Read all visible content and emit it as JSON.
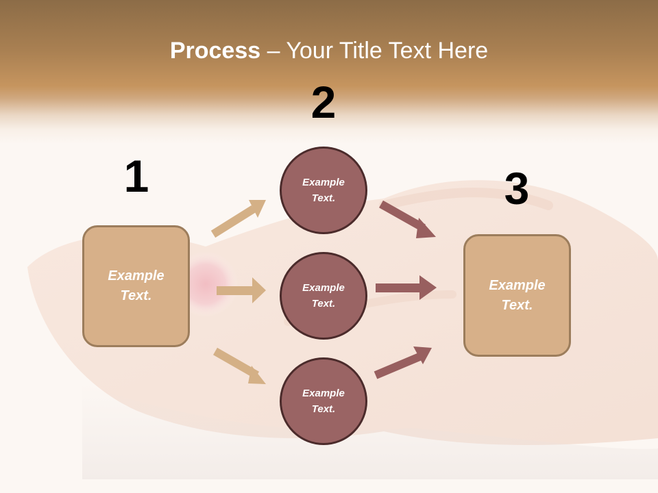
{
  "slide": {
    "title_bold": "Process",
    "title_rest": " – Your Title Text Here",
    "colors": {
      "header_top": "#8c6c47",
      "header_mid": "#c6955f",
      "background": "#fcf7f3",
      "box_fill": "#d7b089",
      "box_border": "#9c7d5c",
      "circle_fill": "#9a6464",
      "circle_border": "#4b2b2b",
      "arrow_left": "#d4b086",
      "arrow_right": "#985f5f",
      "text_light": "#ffffff",
      "number_color": "#000000"
    }
  },
  "steps": {
    "one": {
      "number": "1",
      "label": "Example\nText."
    },
    "two": {
      "number": "2",
      "items": [
        {
          "label": "Example\nText."
        },
        {
          "label": "Example\nText."
        },
        {
          "label": "Example\nText."
        }
      ]
    },
    "three": {
      "number": "3",
      "label": "Example\nText."
    }
  }
}
